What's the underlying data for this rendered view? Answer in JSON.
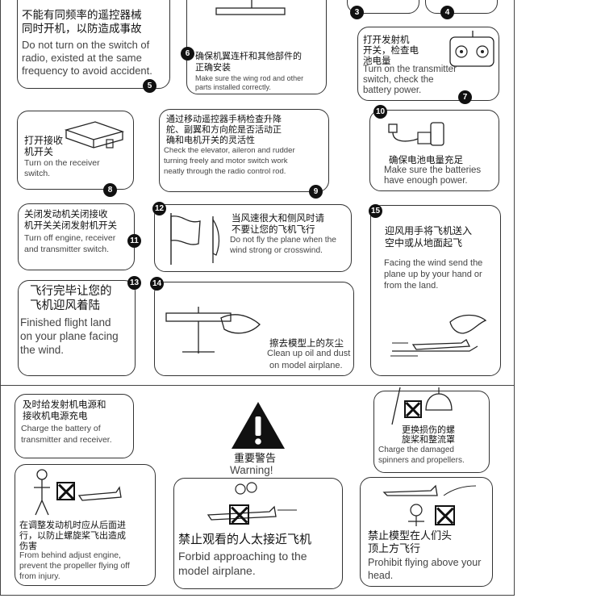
{
  "steps": {
    "s3": {
      "num": "3"
    },
    "s4": {
      "num": "4"
    },
    "s5": {
      "num": "5",
      "zh": [
        "不能有同频率的遥控器械",
        "同时开机，以防造成事故"
      ],
      "en": [
        "Do not turn on the switch of",
        "radio, existed at  the same",
        "frequency to avoid accident."
      ]
    },
    "s6": {
      "num": "6",
      "zh": [
        "确保机翼连杆和其他部件的",
        "正确安装"
      ],
      "en": [
        "Make sure the wing rod and other",
        "parts installed correctly."
      ]
    },
    "s7": {
      "num": "7",
      "zh": [
        "打开发射机",
        "开关，检查电",
        "池电量"
      ],
      "en": [
        "Turn on the transmitter",
        "switch, check  the",
        "battery power."
      ]
    },
    "s8": {
      "num": "8",
      "zh": [
        "打开接收",
        "机开关"
      ],
      "en": [
        "Turn on the receiver",
        "switch."
      ]
    },
    "s9": {
      "num": "9",
      "zh": [
        "通过移动遥控器手柄检查升降",
        "舵、副翼和方向舵是否活动正",
        "确和电机开关的灵活性"
      ],
      "en": [
        "Check the elevator, aileron and rudder",
        "turning freely and motor  switch work",
        "neatly through the radio control rod."
      ]
    },
    "s10": {
      "num": "10",
      "zh": [
        "确保电池电量充足"
      ],
      "en": [
        "Make sure the batteries",
        "have enough power."
      ]
    },
    "s11": {
      "num": "11",
      "zh": [
        "关闭发动机关闭接收",
        "机开关关闭发射机开关"
      ],
      "en": [
        "Turn off engine, receiver",
        "and transmitter switch."
      ]
    },
    "s12": {
      "num": "12",
      "zh": [
        "当风速很大和侧风时请",
        "不要让您的飞机飞行"
      ],
      "en": [
        "Do not fly the plane when the",
        "wind strong or crosswind."
      ]
    },
    "s13": {
      "num": "13",
      "zh": [
        "飞行完毕让您的",
        "飞机迎风着陆"
      ],
      "en": [
        "Finished flight land",
        "on your plane facing",
        "the wind."
      ]
    },
    "s14": {
      "num": "14",
      "zh": [
        "擦去模型上的灰尘"
      ],
      "en": [
        "Clean up oil and dust",
        "on model airplane."
      ]
    },
    "s15": {
      "num": "15",
      "zh": [
        "迎风用手将飞机送入",
        "空中或从地面起飞"
      ],
      "en": [
        "Facing the wind send the",
        "plane up by your hand or",
        "from the land."
      ]
    }
  },
  "warnings": {
    "title_zh": "重要警告",
    "title_en": "Warning!",
    "charge": {
      "zh": [
        "及时给发射机电源和",
        "接收机电源充电"
      ],
      "en": [
        "Charge the battery of",
        "transmitter and receiver."
      ]
    },
    "spinner": {
      "zh": [
        "更换损伤的螺",
        "旋桨和整流罩"
      ],
      "en": [
        "Charge the  damaged",
        "spinners and propellers."
      ]
    },
    "engine": {
      "zh": [
        "在调整发动机时应从后面进",
        "行，以防止螺旋桨飞出造成",
        "伤害"
      ],
      "en": [
        "From behind adjust engine,",
        "prevent the propeller flying off",
        "from injury."
      ]
    },
    "audience": {
      "zh": [
        "禁止观看的人太接近飞机"
      ],
      "en": [
        "Forbid approaching to the",
        "model airplane."
      ]
    },
    "overhead": {
      "zh": [
        "禁止模型在人们头",
        "顶上方飞行"
      ],
      "en": [
        "Prohibit flying above your",
        "head."
      ]
    }
  }
}
